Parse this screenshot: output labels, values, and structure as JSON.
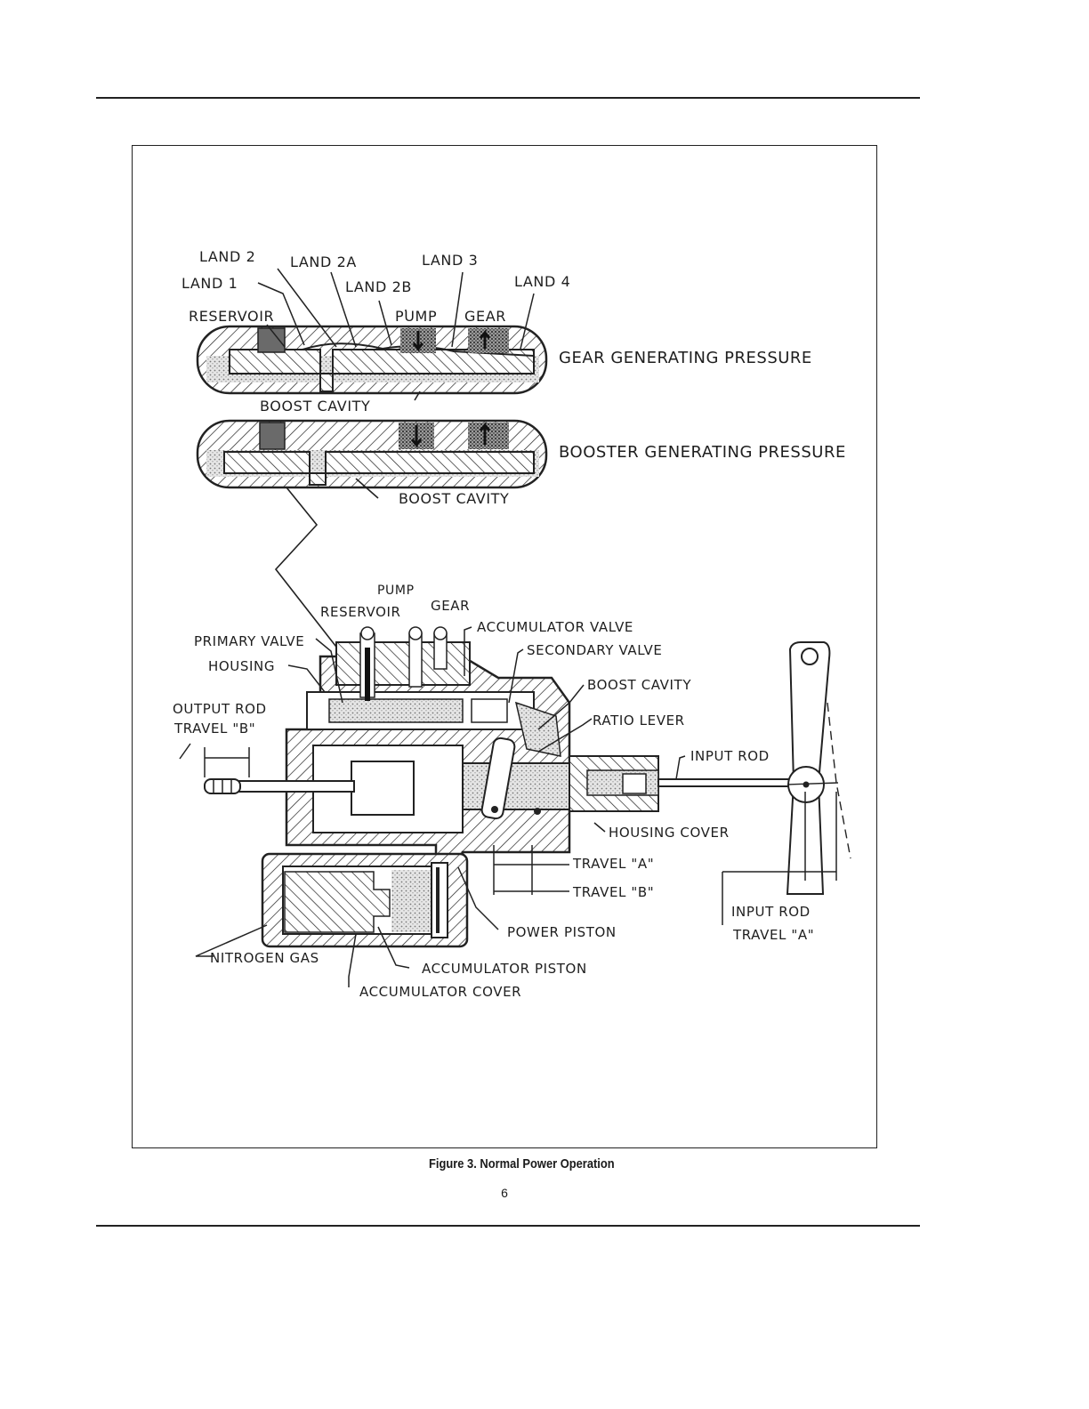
{
  "caption": "Figure 3. Normal Power Operation",
  "page_number": "6",
  "labels": {
    "land_2": "LAND 2",
    "land_2a": "LAND 2A",
    "land_3": "LAND 3",
    "land_1": "LAND 1",
    "land_2b": "LAND 2B",
    "land_4": "LAND 4",
    "reservoir_top": "RESERVOIR",
    "pump_top": "PUMP",
    "gear_top": "GEAR",
    "gear_generating_pressure": "GEAR GENERATING PRESSURE",
    "boost_cavity_1": "BOOST CAVITY",
    "booster_generating_pressure": "BOOSTER GENERATING PRESSURE",
    "boost_cavity_2": "BOOST CAVITY",
    "pump": "PUMP",
    "reservoir": "RESERVOIR",
    "gear": "GEAR",
    "accumulator_valve": "ACCUMULATOR VALVE",
    "primary_valve": "PRIMARY VALVE",
    "secondary_valve": "SECONDARY VALVE",
    "housing": "HOUSING",
    "boost_cavity_3": "BOOST CAVITY",
    "output_rod_travel_1": "OUTPUT ROD",
    "output_rod_travel_2": "TRAVEL \"B\"",
    "ratio_lever": "RATIO LEVER",
    "input_rod": "INPUT ROD",
    "housing_cover": "HOUSING COVER",
    "travel_a": "TRAVEL \"A\"",
    "travel_b": "TRAVEL \"B\"",
    "input_rod_travel_1": "INPUT ROD",
    "input_rod_travel_2": "TRAVEL \"A\"",
    "power_piston": "POWER PISTON",
    "nitrogen_gas": "NITROGEN GAS",
    "accumulator_piston": "ACCUMULATOR PISTON",
    "accumulator_cover": "ACCUMULATOR COVER"
  }
}
